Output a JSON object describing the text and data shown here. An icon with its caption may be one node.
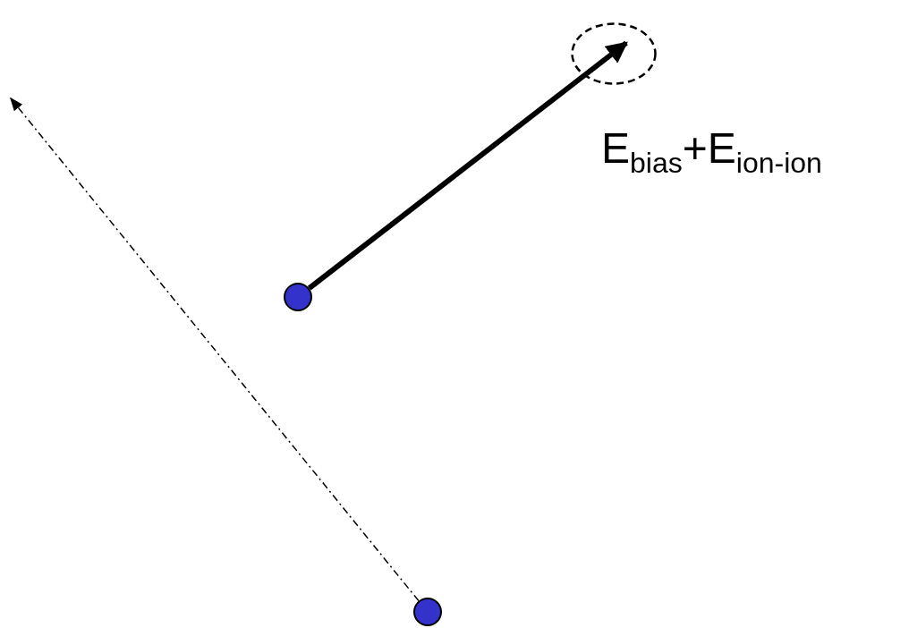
{
  "diagram": {
    "nodes": [
      {
        "text": [],
        "shape": "ellipse"
      },
      {
        "text": [],
        "shape": "circle"
      },
      {
        "text": [],
        "shape": "circle"
      }
    ],
    "edges": [
      {
        "from": 1,
        "to": 0,
        "arrow": "to",
        "style": "thick"
      },
      {
        "from": 2,
        "to": null,
        "arrow": "to",
        "style": "dashed"
      }
    ],
    "labels": [
      "E$_{bias}$+E$_{ion-ion}$"
    ]
  }
}
